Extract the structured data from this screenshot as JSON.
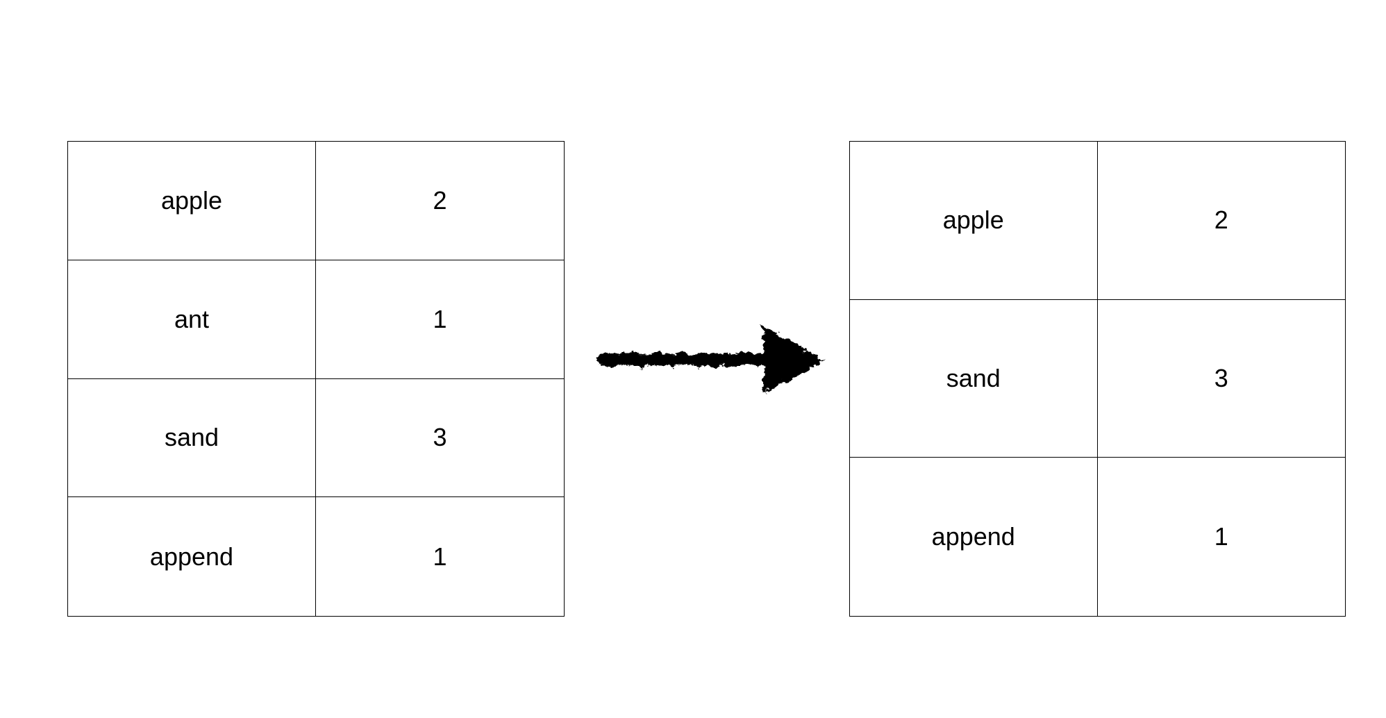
{
  "diagram": {
    "description_labels": {},
    "arrow_icon": "right-arrow"
  },
  "table_before": {
    "rows": [
      {
        "word": "apple",
        "count": "2"
      },
      {
        "word": "ant",
        "count": "1"
      },
      {
        "word": "sand",
        "count": "3"
      },
      {
        "word": "append",
        "count": "1"
      }
    ]
  },
  "table_after": {
    "rows": [
      {
        "word": "apple",
        "count": "2"
      },
      {
        "word": "sand",
        "count": "3"
      },
      {
        "word": "append",
        "count": "1"
      }
    ]
  },
  "colors": {
    "background": "#ffffff",
    "table_border": "#000000",
    "text": "#000000",
    "arrow": "#000000"
  }
}
